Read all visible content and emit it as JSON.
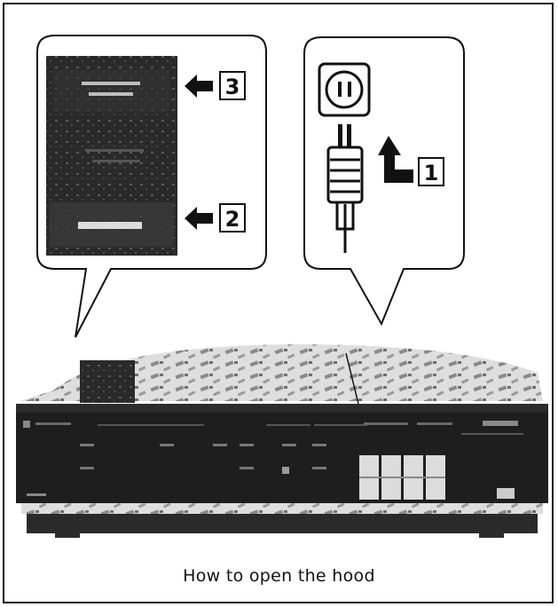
{
  "caption": "How to open the hood",
  "steps": [
    "1",
    "2",
    "3"
  ],
  "colors": {
    "ink": "#111111",
    "panel_dark": "#1e1e1e",
    "button_light": "#dcdcdc",
    "hood_speckle": "#8a8a8a"
  }
}
